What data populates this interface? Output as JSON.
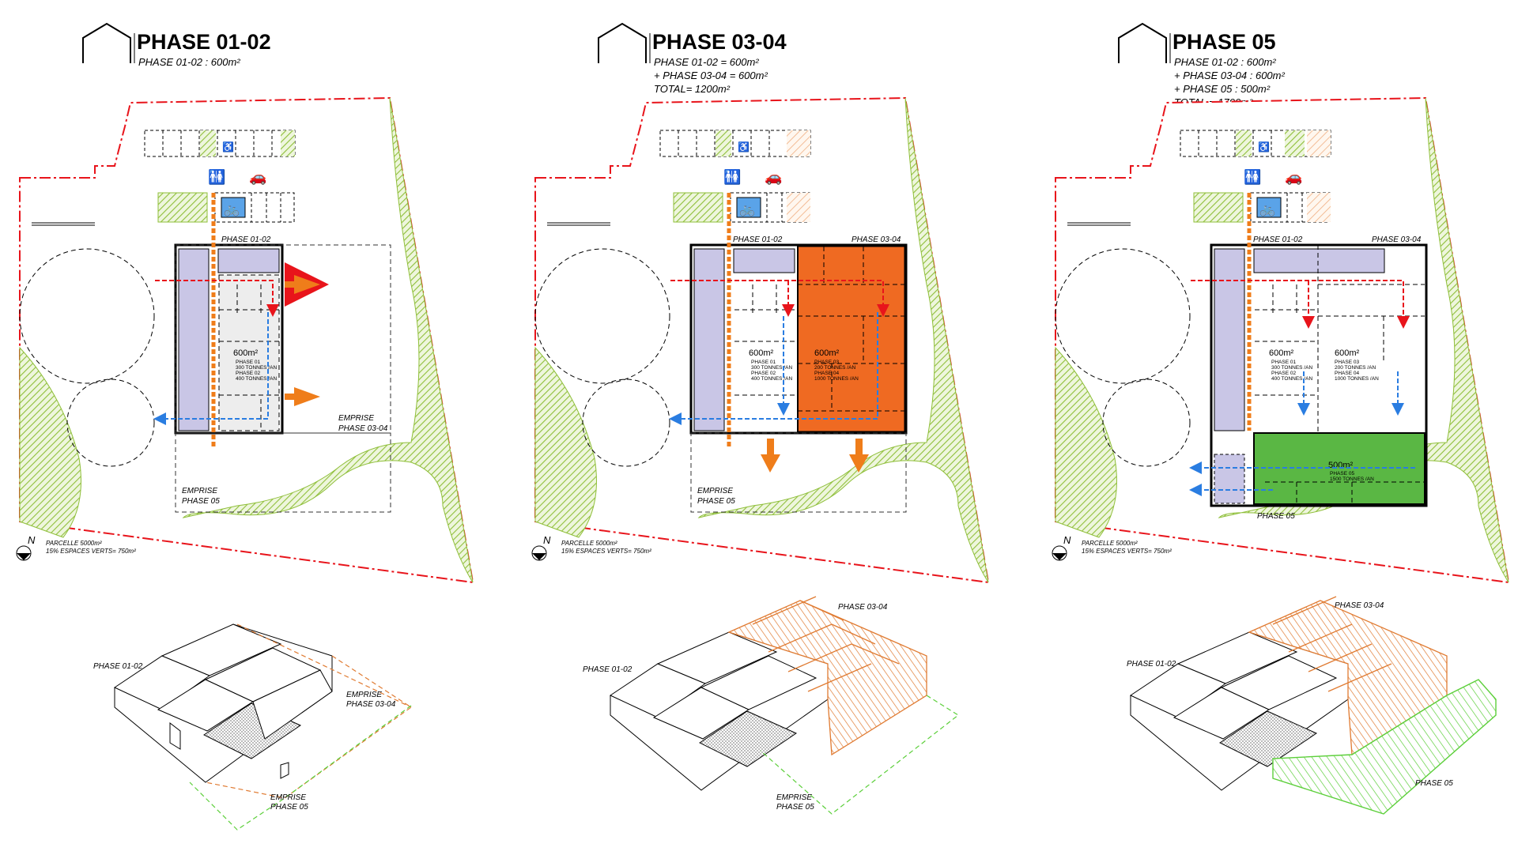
{
  "panels": [
    {
      "title": "PHASE 01-02",
      "sub": [
        "PHASE 01-02 : 600m²"
      ],
      "plan_phase_label_a": "PHASE 01-02",
      "plan_phase_label_b": "",
      "block_a": {
        "area": "600m²",
        "l1": "PHASE 01",
        "l2": "300 TONNES /AN",
        "l3": "PHASE 02",
        "l4": "400 TONNES /AN"
      },
      "emprise_3_4": [
        "EMPRISE",
        "PHASE 03-04"
      ],
      "emprise_5": [
        "EMPRISE",
        "PHASE 05"
      ],
      "parcelle": [
        "PARCELLE 5000m²",
        "15% ESPACES VERTS= 750m²"
      ],
      "iso_labels": {
        "p12": "PHASE 01-02",
        "emp34": [
          "EMPRISE",
          "PHASE 03-04"
        ],
        "emp5": [
          "EMPRISE",
          "PHASE 05"
        ]
      }
    },
    {
      "title": "PHASE 03-04",
      "sub": [
        "PHASE 01-02 = 600m²",
        "+ PHASE 03-04 = 600m²",
        "TOTAL= 1200m²"
      ],
      "plan_phase_label_a": "PHASE 01-02",
      "plan_phase_label_b": "PHASE 03-04",
      "block_a": {
        "area": "600m²",
        "l1": "PHASE 01",
        "l2": "300 TONNES /AN",
        "l3": "PHASE 02",
        "l4": "400 TONNES /AN"
      },
      "block_b": {
        "area": "600m²",
        "l1": "PHASE 03",
        "l2": "200 TONNES /AN",
        "l3": "PHASE 04",
        "l4": "1000 TONNES /AN"
      },
      "emprise_5": [
        "EMPRISE",
        "PHASE 05"
      ],
      "parcelle": [
        "PARCELLE 5000m²",
        "15% ESPACES VERTS= 750m²"
      ],
      "iso_labels": {
        "p12": "PHASE 01-02",
        "p34": "PHASE 03-04",
        "emp5": [
          "EMPRISE",
          "PHASE 05"
        ]
      }
    },
    {
      "title": "PHASE 05",
      "sub": [
        "PHASE 01-02 : 600m²",
        "+ PHASE 03-04 : 600m²",
        "+ PHASE 05 : 500m²",
        "TOTAL = 1700m²"
      ],
      "plan_phase_label_a": "PHASE 01-02",
      "plan_phase_label_b": "PHASE 03-04",
      "block_a": {
        "area": "600m²",
        "l1": "PHASE 01",
        "l2": "300 TONNES /AN",
        "l3": "PHASE 02",
        "l4": "400 TONNES /AN"
      },
      "block_b": {
        "area": "600m²",
        "l1": "PHASE 03",
        "l2": "200 TONNES /AN",
        "l3": "PHASE 04",
        "l4": "1000 TONNES /AN"
      },
      "block_c": {
        "area": "500m²",
        "l1": "PHASE 05",
        "l2": "1500 TONNES /AN"
      },
      "phase5_label": "PHASE 05",
      "parcelle": [
        "PARCELLE 5000m²",
        "15% ESPACES VERTS= 750m²"
      ],
      "iso_labels": {
        "p12": "PHASE 01-02",
        "p34": "PHASE 03-04",
        "p5": "PHASE 05"
      }
    }
  ],
  "colors": {
    "boundary": "#e8141b",
    "green_hatch": "#8fbf3a",
    "path_orange": "#ef7d1a",
    "phase34_fill": "#ef6a22",
    "phase5_fill": "#5ab744",
    "office_fill": "#c9c6e6",
    "arrow_red": "#e8141b",
    "arrow_blue": "#2a7de1",
    "iso_orange": "#e07b32",
    "iso_green": "#5ccf3a"
  },
  "icons": [
    "house-icon",
    "toilet-icon",
    "car-icon",
    "bicycle-icon",
    "accessible-icon",
    "north-arrow-icon"
  ]
}
